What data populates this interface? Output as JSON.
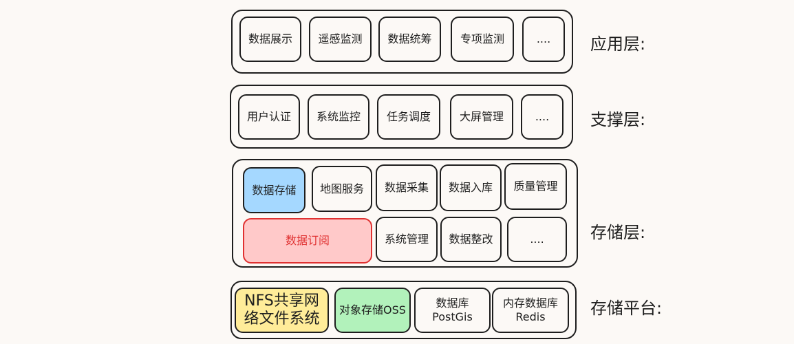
{
  "layers": [
    {
      "label": "应用层:",
      "items": [
        "数据展示",
        "遥感监测",
        "数据统筹",
        "专项监测",
        "...."
      ]
    },
    {
      "label": "支撑层:",
      "items": [
        "用户认证",
        "系统监控",
        "任务调度",
        "大屏管理",
        "...."
      ]
    },
    {
      "label": "存储层:",
      "items": [
        "数据存储",
        "地图服务",
        "数据采集",
        "数据入库",
        "质量管理",
        "数据订阅",
        "系统管理",
        "数据整改",
        "...."
      ]
    },
    {
      "label": "存储平台:",
      "items": [
        "NFS共享网络文件系统",
        "对象存储OSS",
        "数据库PostGis",
        "内存数据库Redis"
      ]
    }
  ],
  "colors": {
    "highlight_blue": "#a5d8ff",
    "highlight_red": "#ffc9c9",
    "highlight_red_text": "#e03131",
    "highlight_yellow": "#ffec99",
    "highlight_green": "#b2f2bb"
  }
}
